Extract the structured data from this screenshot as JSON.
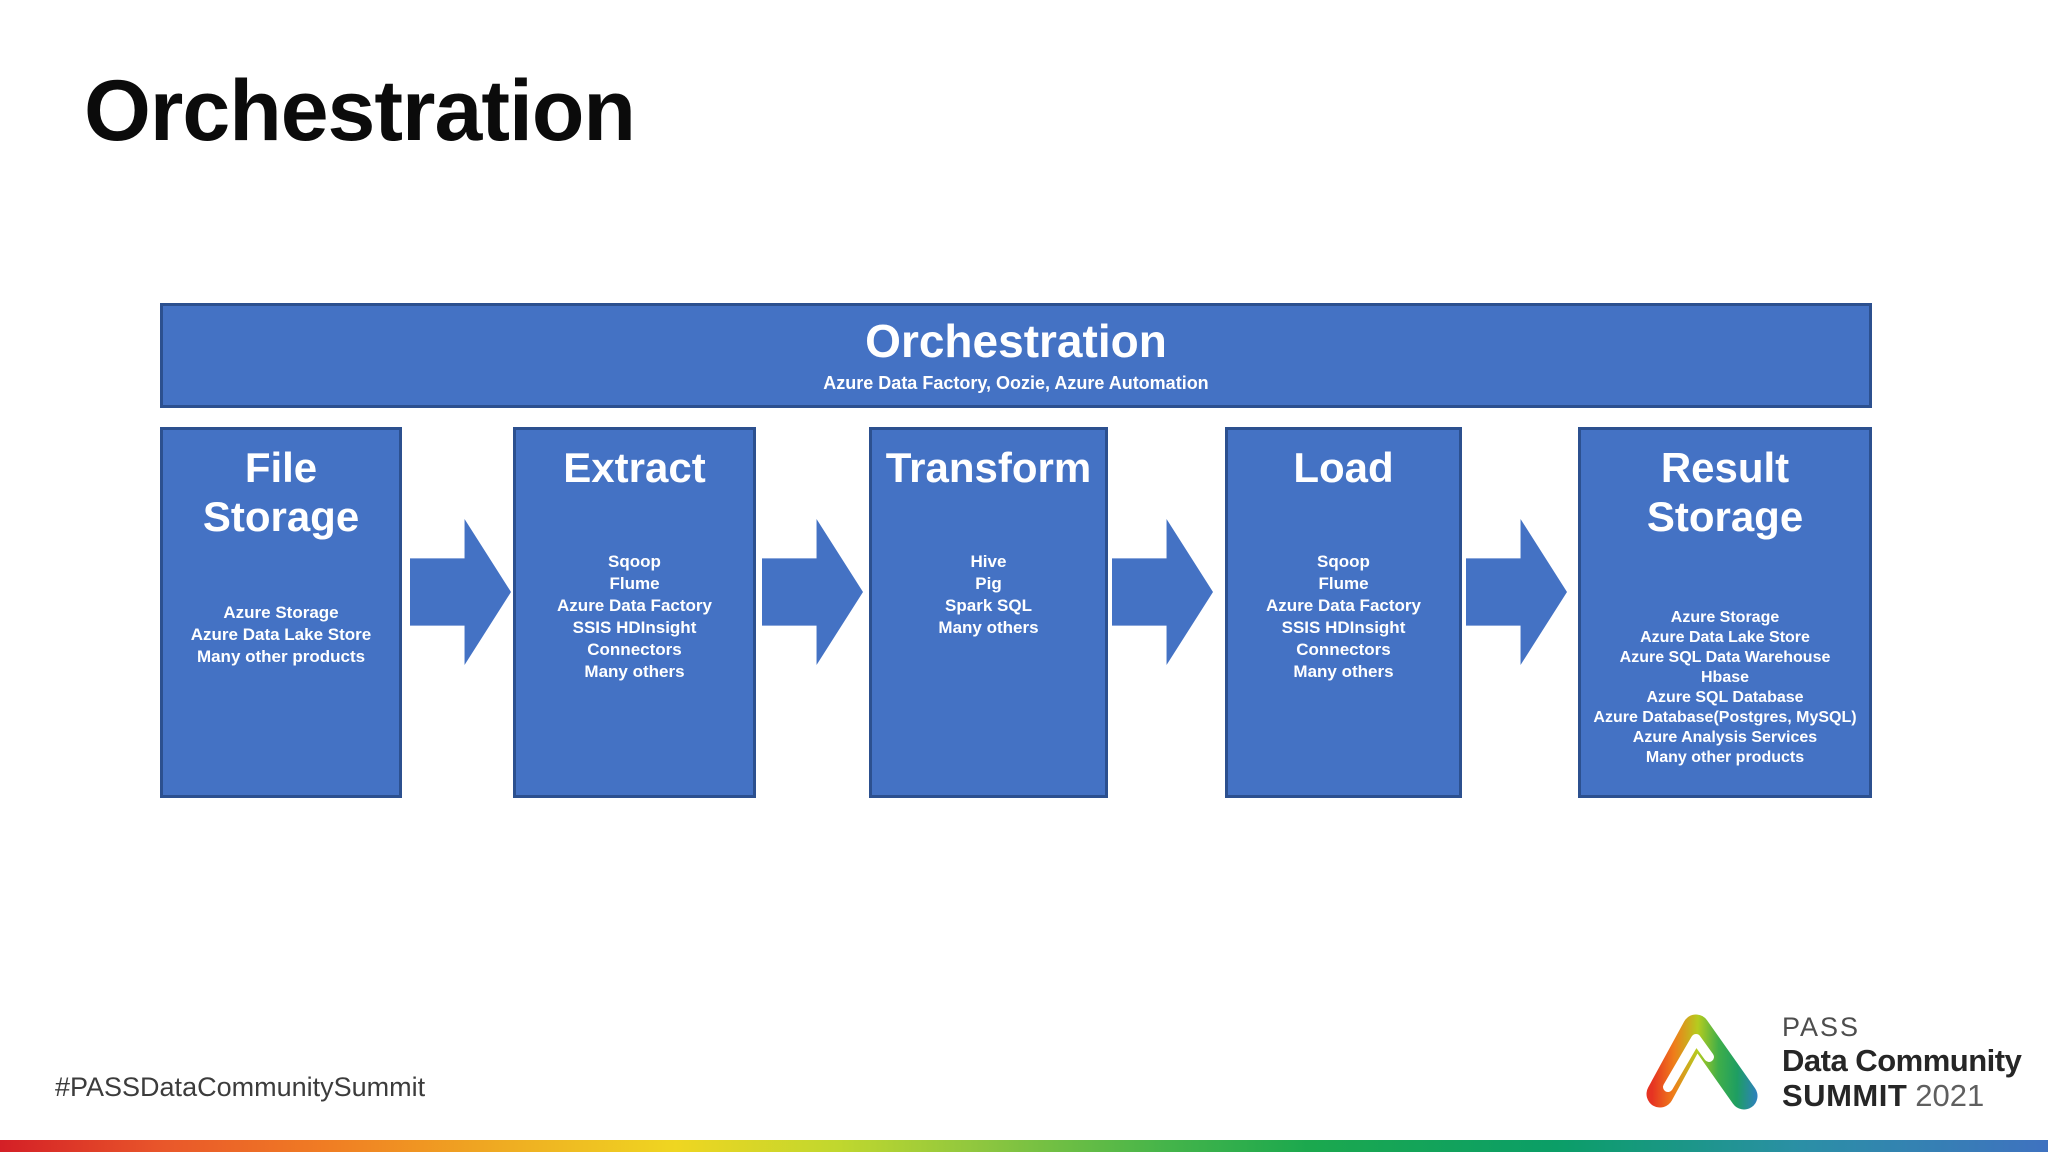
{
  "slide": {
    "title": "Orchestration",
    "hashtag": "#PASSDataCommunitySummit"
  },
  "diagram": {
    "banner": {
      "title": "Orchestration",
      "subtitle": "Azure Data Factory, Oozie, Azure Automation"
    },
    "stages": [
      {
        "title": "File\nStorage",
        "items": [
          "Azure Storage",
          "Azure Data Lake Store",
          "Many other  products"
        ]
      },
      {
        "title": "Extract",
        "items": [
          "Sqoop",
          "Flume",
          "Azure Data Factory",
          "SSIS HDInsight Connectors",
          "Many others"
        ]
      },
      {
        "title": "Transform",
        "items": [
          "Hive",
          "Pig",
          "Spark SQL",
          "Many others"
        ]
      },
      {
        "title": "Load",
        "items": [
          "Sqoop",
          "Flume",
          "Azure Data Factory",
          "SSIS HDInsight Connectors",
          "Many others"
        ]
      },
      {
        "title": "Result\nStorage",
        "items": [
          "Azure Storage",
          "Azure Data Lake Store",
          "Azure SQL Data Warehouse",
          "Hbase",
          "Azure SQL Database",
          "Azure Database(Postgres, MySQL)",
          "Azure Analysis Services",
          "Many other  products"
        ]
      }
    ]
  },
  "logo": {
    "line1": "PASS",
    "line2": "Data Community",
    "line3_bold": "SUMMIT",
    "line3_year": "2021"
  },
  "colors": {
    "stage_fill": "#4472c4",
    "stage_border": "#2c508f",
    "banner_text": "#ffffff",
    "title_text": "#0b0b0b",
    "hashtag_text": "#3c3c3c",
    "footer_gradient": [
      "#d41f26",
      "#f07d23",
      "#efd621",
      "#8dc63f",
      "#1ba84e",
      "#0b9e67",
      "#3f72c0"
    ]
  }
}
